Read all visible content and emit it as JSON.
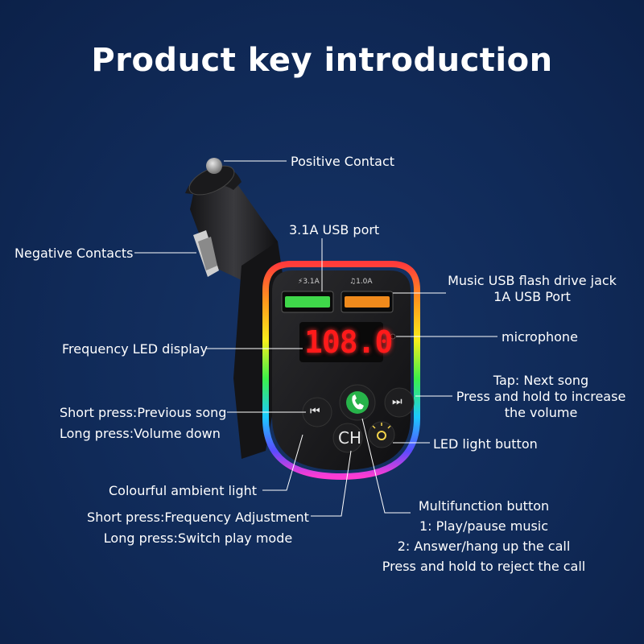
{
  "title": "Product key introduction",
  "device": {
    "display_value": "108.0",
    "port_left_label": "⚡3.1A",
    "port_right_label": "♫1.0A",
    "ch_button_label": "CH"
  },
  "callouts": {
    "positive_contact": "Positive Contact",
    "negative_contacts": "Negative Contacts",
    "usb_31": "3.1A USB port",
    "music_usb_line1": "Music USB flash drive jack",
    "music_usb_line2": "1A USB Port",
    "microphone": "microphone",
    "frequency_display": "Frequency LED display",
    "next_line1": "Tap: Next song",
    "next_line2": "Press and hold to increase",
    "next_line3": "the volume",
    "prev_line1": "Short press:Previous song",
    "prev_line2": "Long press:Volume down",
    "led_button": "LED light button",
    "ambient_light": "Colourful ambient light",
    "ch_line1": "Short press:Frequency Adjustment",
    "ch_line2": "Long press:Switch play mode",
    "multi_line1": "Multifunction button",
    "multi_line2": "1: Play/pause music",
    "multi_line3": "2: Answer/hang up the call",
    "multi_line4": "Press and hold to reject the call"
  },
  "colors": {
    "background": "#102a58",
    "led_display": "#ff1a1a",
    "port_green": "#3fd84a",
    "port_orange": "#f08a1c",
    "call_button_green": "#27b34a"
  }
}
